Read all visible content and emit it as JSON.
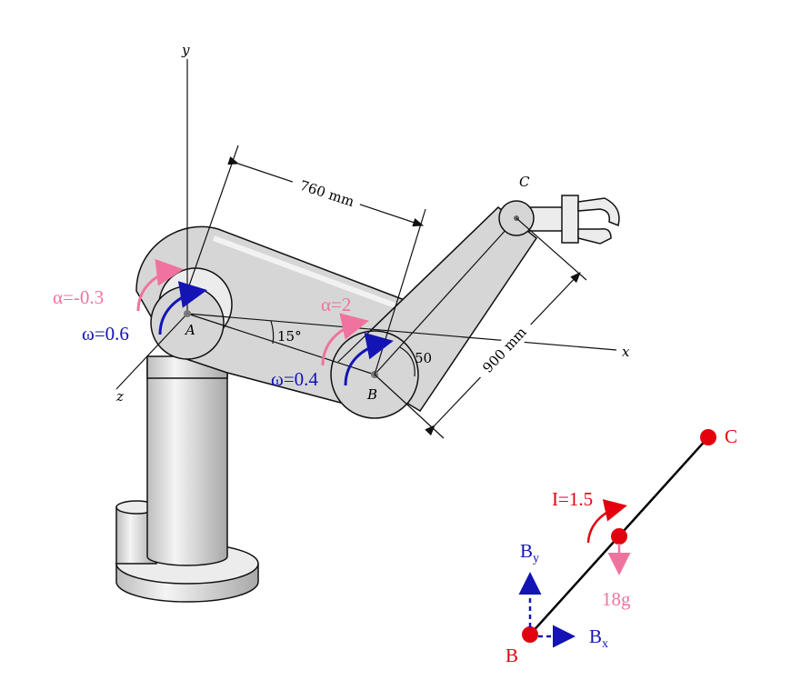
{
  "robot": {
    "axes": {
      "x": "x",
      "y": "y",
      "z": "z"
    },
    "points": {
      "A": "A",
      "B": "B",
      "C": "C"
    },
    "dimensions": {
      "upper_arm": "760 mm",
      "forearm": "900 mm",
      "angle_A": "15°",
      "angle_B": "50"
    },
    "kinematics": {
      "alpha_A": "α=-0.3",
      "omega_A": "ω=0.6",
      "alpha_B": "α=2",
      "omega_B": "ω=0.4"
    }
  },
  "fbd": {
    "point_B": "B",
    "point_C": "C",
    "inertia": "I=1.5",
    "weight": "18g",
    "Bx": "B",
    "Bx_sub": "x",
    "By": "B",
    "By_sub": "y"
  },
  "colors": {
    "pink": "#f0739f",
    "blue": "#1414b4",
    "red": "#e3000f"
  }
}
